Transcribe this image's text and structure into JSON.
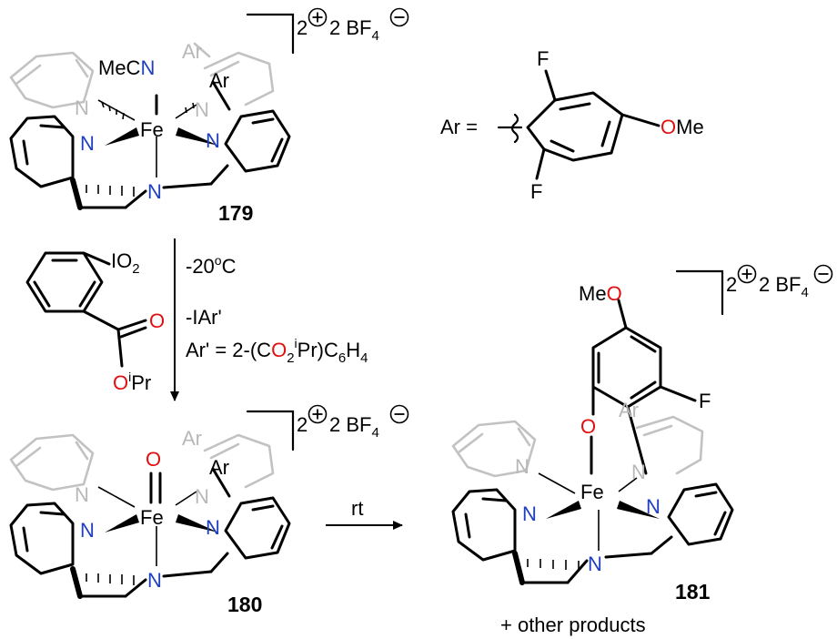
{
  "compound_179": {
    "id": "179",
    "charge": "2",
    "counterion": "2 BF",
    "counterion_sub": "4",
    "ligand_mecn_me": "MeC",
    "ligand_mecn_n": "N",
    "metal": "Fe",
    "amine_n": "N",
    "pyr_n": "N",
    "aryl": "Ar"
  },
  "ar_definition": {
    "lhs": "Ar =",
    "sub_f": "F",
    "sub_o": "O",
    "sub_me": "Me"
  },
  "oxidant": {
    "io": "IO",
    "io_sub": "2",
    "carbonyl_o": "O",
    "ester_o": "O",
    "ester_sup": "i",
    "ester_r": "Pr"
  },
  "step1_conditions": {
    "temp": "-20",
    "temp_deg": "o",
    "temp_unit": "C",
    "byproduct": "-IAr'",
    "def_a": "Ar' = 2-(C",
    "def_o": "O",
    "def_o_sub": "2",
    "def_i": "i",
    "def_b": "Pr)C",
    "def_b_sub": "6",
    "def_c": "H",
    "def_c_sub": "4"
  },
  "compound_180": {
    "id": "180",
    "oxo": "O",
    "metal": "Fe",
    "amine_n": "N",
    "pyr_n": "N",
    "aryl": "Ar",
    "charge": "2",
    "counterion": "2 BF",
    "counterion_sub": "4"
  },
  "step2_conditions": {
    "label": "rt"
  },
  "compound_181": {
    "id": "181",
    "meo_me": "Me",
    "meo_o": "O",
    "phenoxide_o": "O",
    "fluoro": "F",
    "metal": "Fe",
    "amine_n": "N",
    "pyr_n": "N",
    "aryl": "Ar",
    "charge": "2",
    "counterion": "2 BF",
    "counterion_sub": "4",
    "note": "+ other products"
  },
  "colors": {
    "nitrogen": "#1f3fbf",
    "oxygen": "#e01010",
    "background_ligand": "#b8b8b8"
  }
}
